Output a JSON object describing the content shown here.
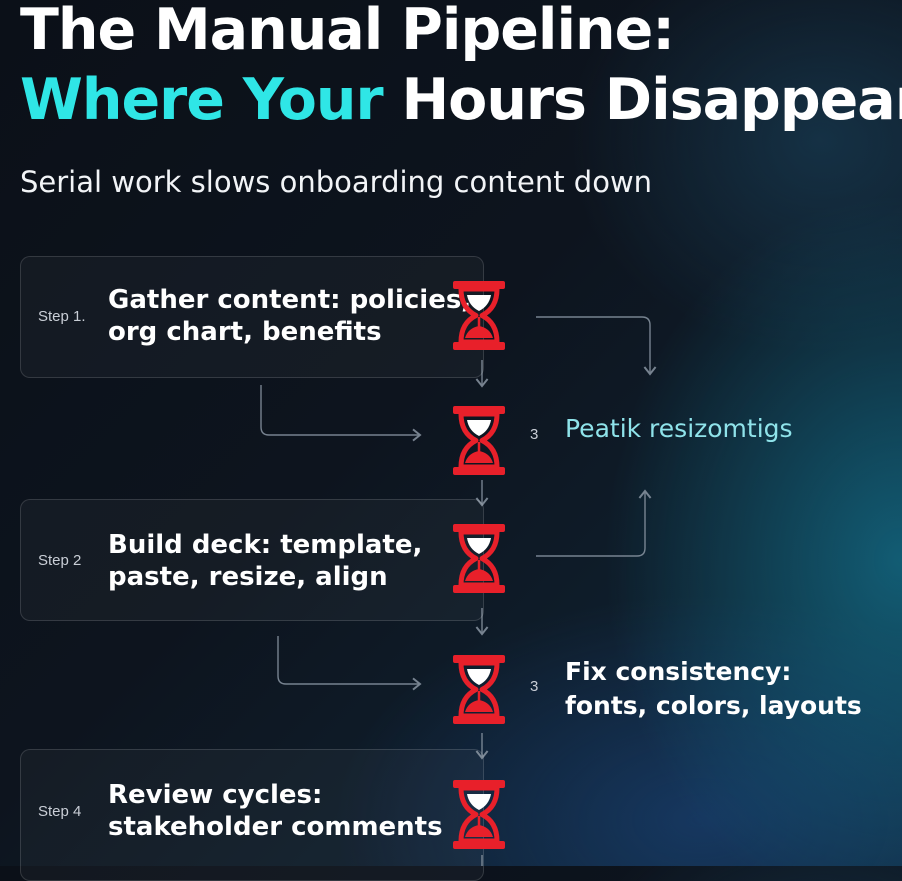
{
  "header": {
    "title_line1": "The Manual Pipeline:",
    "title_line2_accent": "Where Your",
    "title_line2_rest": " Hours Disappear",
    "subtitle": "Serial work slows onboarding content down"
  },
  "steps": [
    {
      "label": "Step 1.",
      "text_line1": "Gather content: policies,",
      "text_line2": "org chart, benefits"
    },
    {
      "label": "Step 2",
      "text_line1": "Build deck: template,",
      "text_line2": "paste, resize, align"
    },
    {
      "label": "Step 4",
      "text_line1": "Review cycles:",
      "text_line2": "stakeholder comments"
    }
  ],
  "floating_steps": [
    {
      "number": "3",
      "text": "Peatik resizomtigs"
    },
    {
      "number": "3",
      "text_line1": "Fix consistency:",
      "text_line2": "fonts, colors, layouts"
    }
  ],
  "icons": {
    "hourglass": "hourglass-icon"
  },
  "colors": {
    "accent": "#2fe6e6",
    "hourglass": "#e8202a",
    "connector": "#8a96a3"
  }
}
